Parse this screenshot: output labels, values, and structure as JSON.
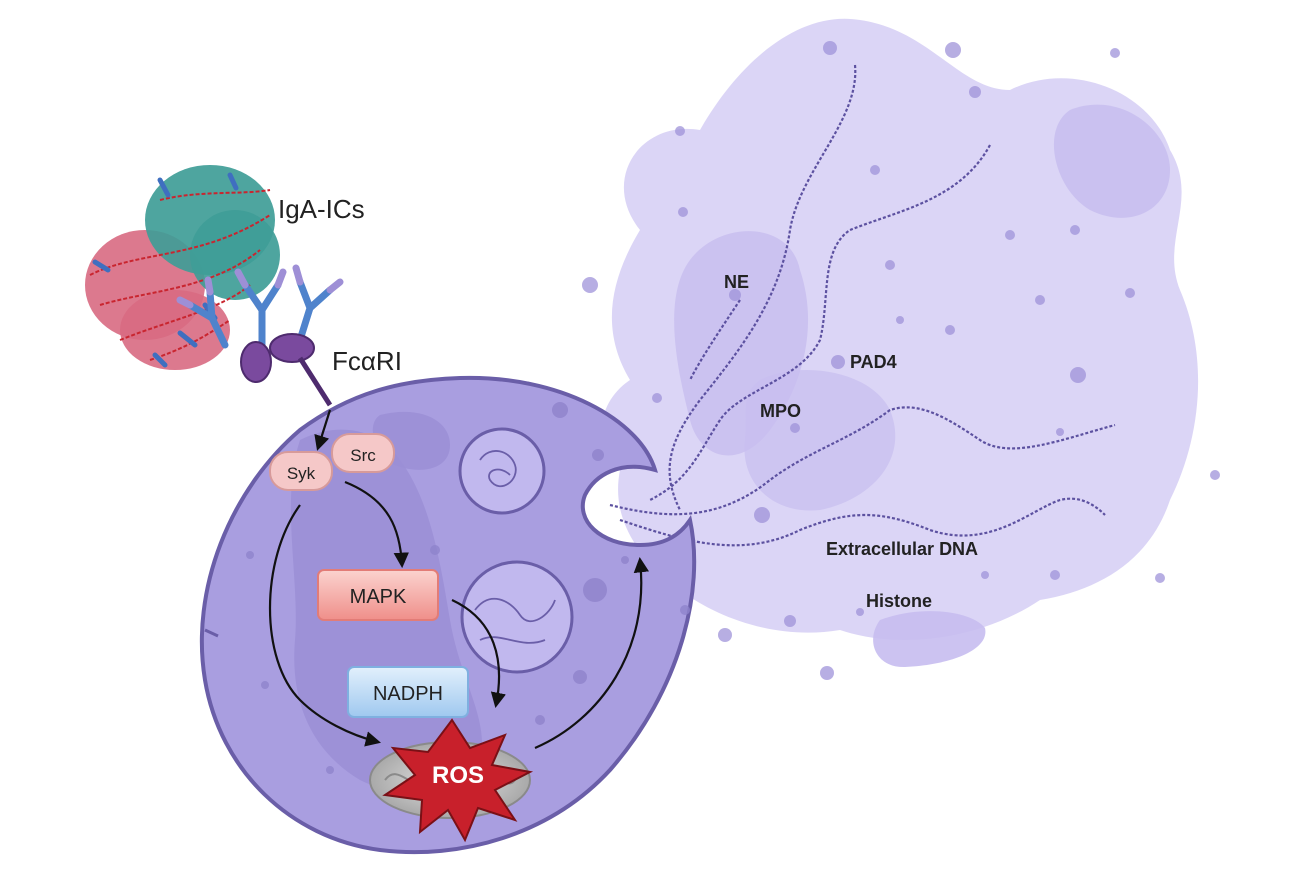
{
  "labels": {
    "immune_complexes": "IgA-ICs",
    "receptor": "FcαRI",
    "syk": "Syk",
    "src": "Src",
    "mapk": "MAPK",
    "nadph": "NADPH",
    "ros": "ROS",
    "ne": "NE",
    "pad4": "PAD4",
    "mpo": "MPO",
    "extracellular_dna": "Extracellular DNA",
    "histone": "Histone"
  },
  "colors": {
    "cell_fill": "#a99ee0",
    "cell_stroke": "#6a5ea8",
    "net_fill": "#d9d3f5",
    "mapk_fill": "#f6a9a4",
    "nadph_fill": "#b9d8f4",
    "ros_fill": "#c8202b",
    "kinase_fill": "#f5c8c8",
    "ic_teal": "#3f9d97",
    "ic_pink": "#d86a82"
  }
}
